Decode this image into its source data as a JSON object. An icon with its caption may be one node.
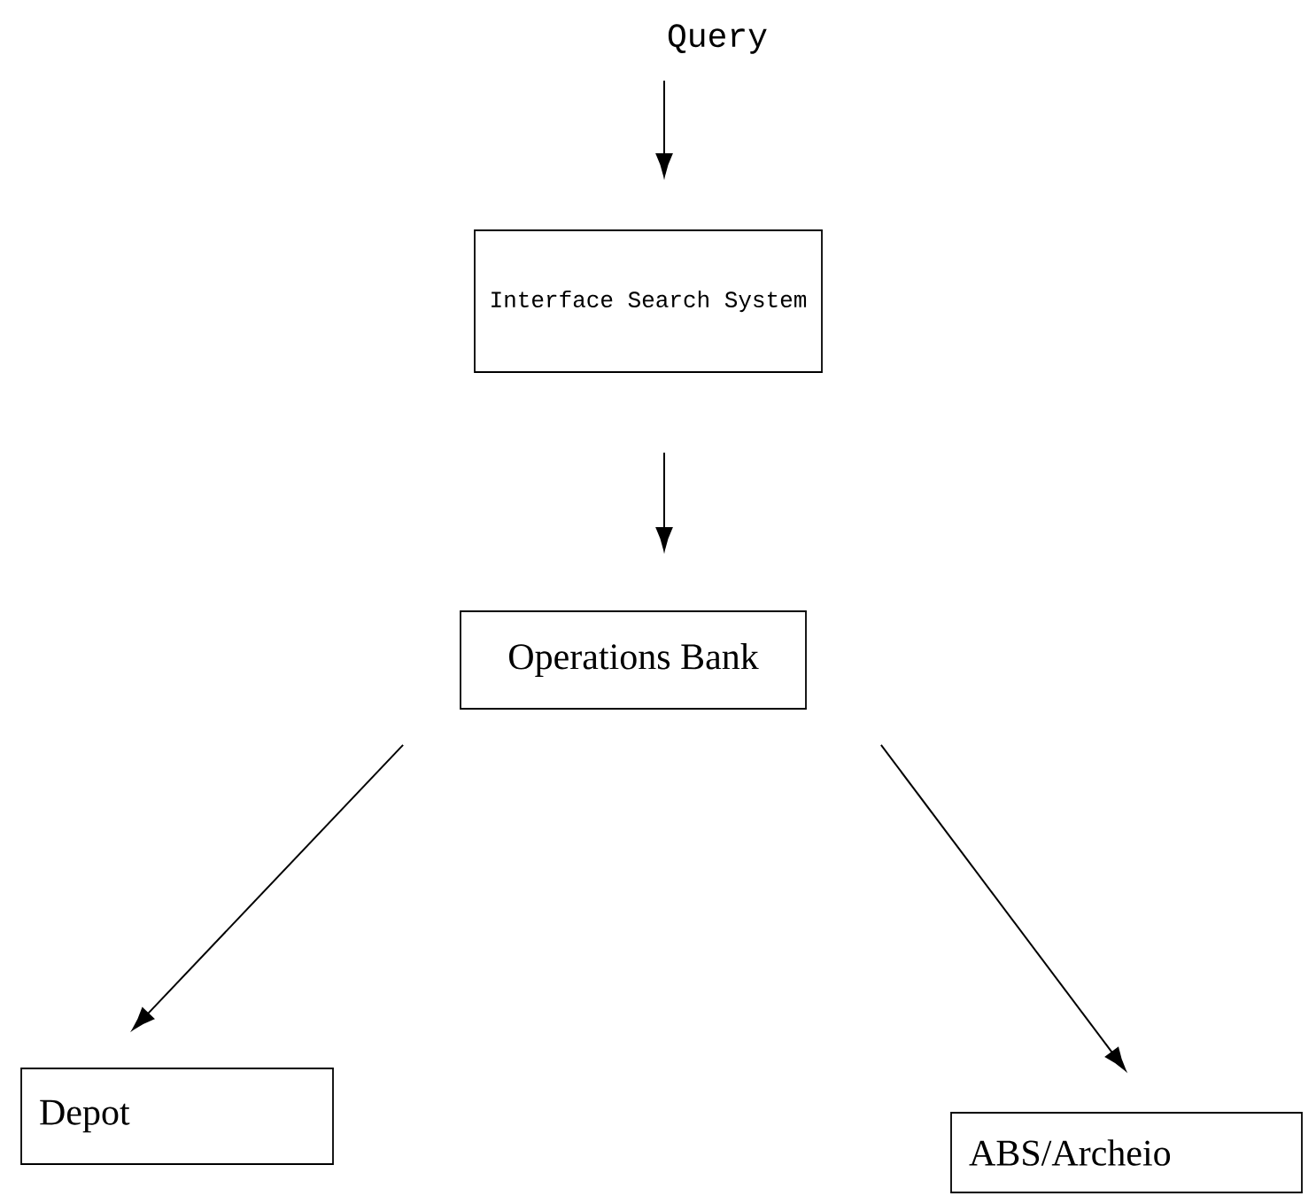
{
  "diagram": {
    "nodes": [
      {
        "text": [
          "Query"
        ]
      },
      {
        "text": [
          "Interface Search System"
        ]
      },
      {
        "text": [
          "Operations Bank"
        ]
      },
      {
        "text": [
          "Depot"
        ]
      },
      {
        "text": [
          "ABS/Archeio"
        ]
      }
    ],
    "edges": [
      {
        "from": 0,
        "to": 1,
        "arrow": "to"
      },
      {
        "from": 1,
        "to": 2,
        "arrow": "to"
      },
      {
        "from": 2,
        "to": 3,
        "arrow": "to"
      },
      {
        "from": 2,
        "to": 4,
        "arrow": "to"
      }
    ]
  }
}
